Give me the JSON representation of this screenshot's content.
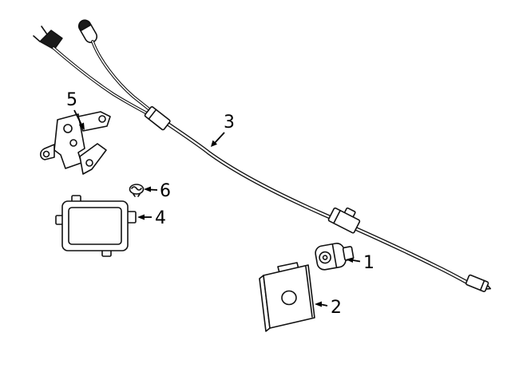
{
  "diagram": {
    "background_color": "#ffffff",
    "line_color": "#111111",
    "callouts": {
      "c1": "1",
      "c2": "2",
      "c3": "3",
      "c4": "4",
      "c5": "5",
      "c6": "6"
    }
  }
}
